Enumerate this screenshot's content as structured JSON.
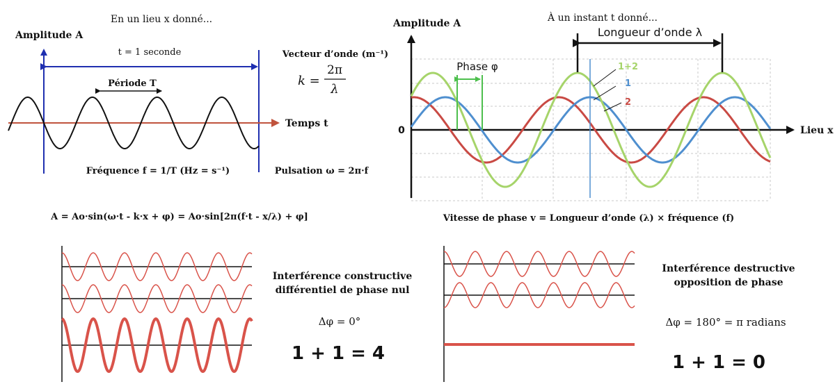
{
  "colors": {
    "axis_blue": "#1f2fb0",
    "wave_black": "#111111",
    "time_axis_red": "#c0533d",
    "wave1_blue": "#4f8fcf",
    "wave2_red": "#c94a44",
    "wave_sum_green": "#a6d46a",
    "phase_green": "#4cbf4c",
    "interference_red": "#d9534a",
    "grid": "#c9c9c9"
  },
  "top_left": {
    "header": "En un lieu x donné...",
    "amplitude_label": "Amplitude A",
    "t_label": "t = 1 seconde",
    "period_label": "Période T",
    "time_axis_label": "Temps t",
    "frequency_label": "Fréquence f = 1/T (Hz = s⁻¹)",
    "pulsation_label": "Pulsation ω = 2π·f",
    "wave_vector_label": "Vecteur d’onde (m⁻¹)",
    "k_formula": {
      "lhs": "k =",
      "numerator": "2π",
      "denominator": "λ"
    }
  },
  "formula_main": "A = Ao·sin(ω·t - k·x + φ) = Ao·sin[2π(f·t - x/λ) + φ]",
  "top_right": {
    "header": "À un instant t donné...",
    "amplitude_label": "Amplitude A",
    "wavelength_label": "Longueur d’onde λ",
    "phase_label": "Phase φ",
    "origin_label": "0",
    "x_axis_label": "Lieu x",
    "legend": [
      "1+2",
      "1",
      "2"
    ],
    "velocity_label": "Vitesse de phase v = Longueur d’onde (λ) × fréquence (f)"
  },
  "constructive": {
    "title_line1": "Interférence constructive",
    "title_line2": "différentiel de phase nul",
    "delta": "Δφ = 0°",
    "equation": "1 + 1 = 4"
  },
  "destructive": {
    "title_line1": "Interférence destructive",
    "title_line2": "opposition de phase",
    "delta": "Δφ = 180° = π radians",
    "equation": "1 + 1 = 0"
  }
}
